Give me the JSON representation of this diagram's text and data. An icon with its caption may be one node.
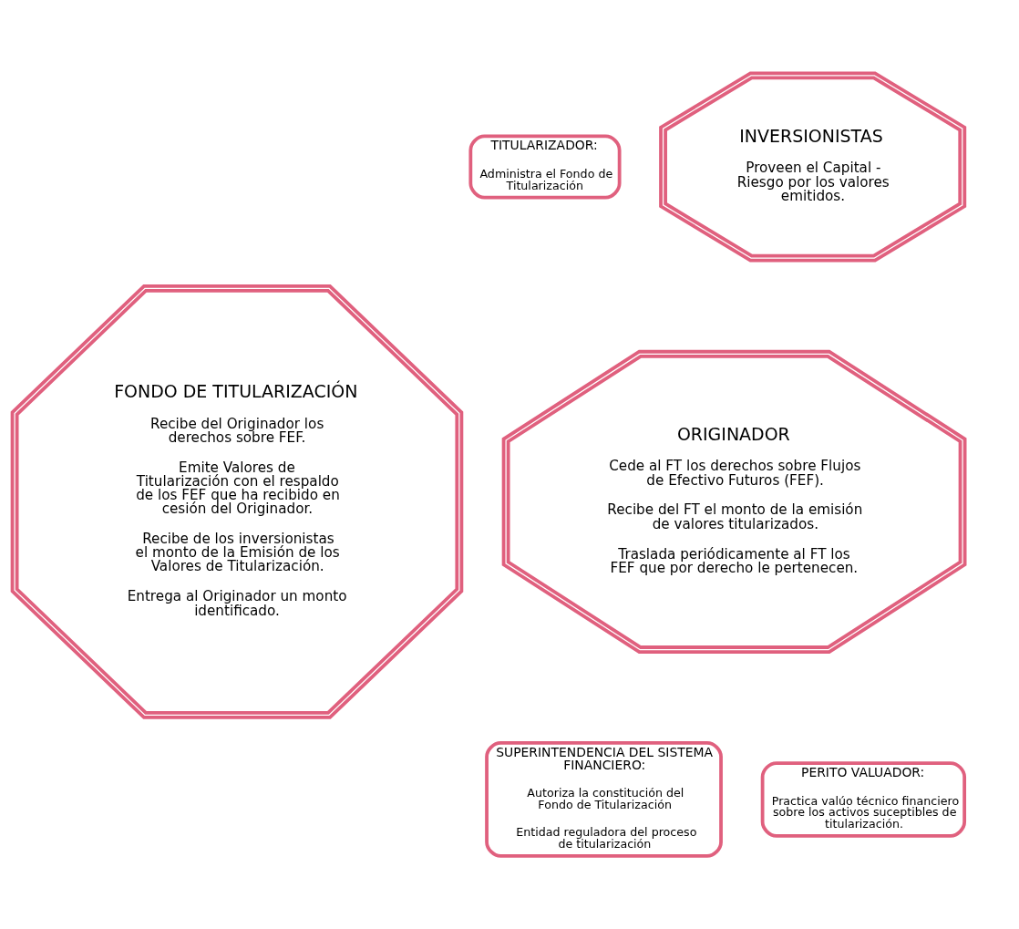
{
  "diagram": {
    "nodes": [
      {
        "text": [
          "TITULARIZADOR:",
          "Administra el Fondo de Titularización"
        ]
      },
      {
        "text": [
          "INVERSIONISTAS",
          "Proveen el Capital - Riesgo por los valores emitidos."
        ]
      },
      {
        "text": [
          "FONDO DE TITULARIZACIÓN",
          "Recibe del Originador los derechos sobre FEF.",
          "Emite Valores de Titularización con el respaldo de los FEF que ha recibido en cesión del Originador.",
          "Recibe de los inversionistas el monto de la Emisión de los Valores de Titularización.",
          "Entrega al Originador un monto identificado."
        ]
      },
      {
        "text": [
          "ORIGINADOR",
          "Cede al FT los derechos sobre Flujos de Efectivo Futuros (FEF).",
          "Recibe del FT el monto de la emisión de valores titularizados.",
          "Traslada periódicamente al FT los FEF que por derecho le pertenecen."
        ]
      },
      {
        "text": [
          "SUPERINTENDENCIA DEL SISTEMA FINANCIERO:",
          "Autoriza la constitución del Fondo de Titularización",
          "Entidad reguladora del proceso de titularización"
        ]
      },
      {
        "text": [
          "PERITO VALUADOR:",
          "Practica valúo técnico financiero sobre los activos suceptibles de titularización."
        ]
      }
    ]
  }
}
